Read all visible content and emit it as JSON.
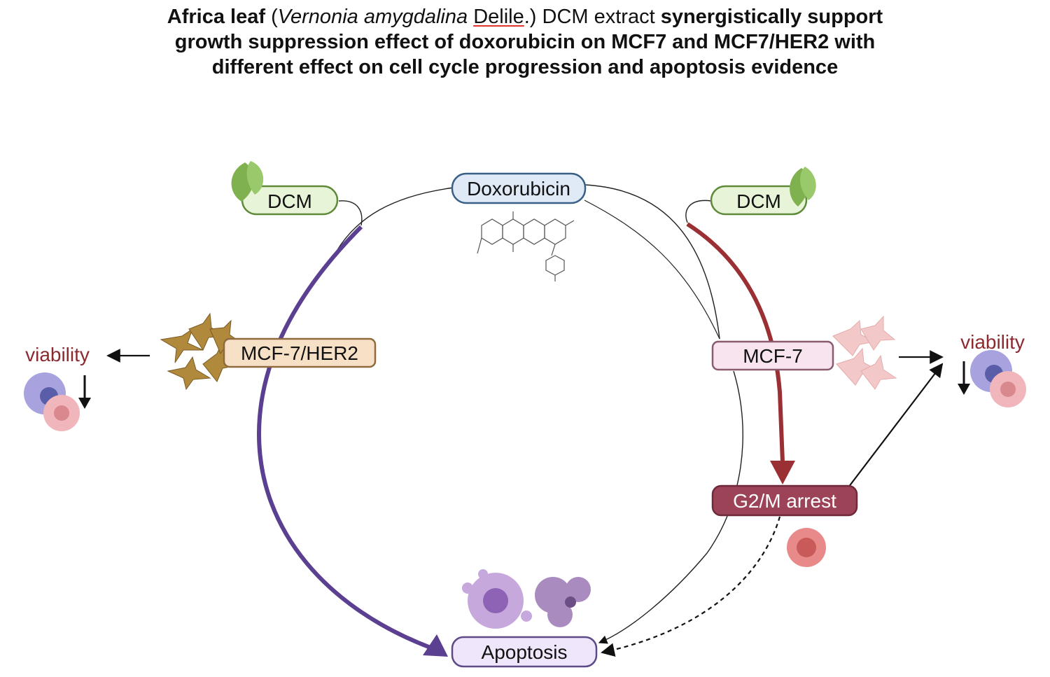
{
  "title": {
    "part1_bold": "Africa leaf",
    "part2": " (",
    "part3_italic": "Vernonia amygdalina",
    "part4": " ",
    "part5_underlined": "Delile",
    "part6": ".) DCM extract ",
    "part7_bold": "synergistically support",
    "line2": "growth suppression effect of doxorubicin on  MCF7 and MCF7/HER2 with",
    "line3": "different effect on cell cycle progression and apoptosis evidence"
  },
  "nodes": {
    "doxorubicin": "Doxorubicin",
    "dcm_left": "DCM",
    "dcm_right": "DCM",
    "mcf7_her2": "MCF-7/HER2",
    "mcf7": "MCF-7",
    "g2m": "G2/M arrest",
    "apoptosis": "Apoptosis",
    "viability_left": "viability",
    "viability_right": "viability"
  },
  "colors": {
    "doxorubicin_fill": "#dfeaf6",
    "doxorubicin_border": "#3a5f86",
    "dcm_fill": "#e8f4d8",
    "dcm_border": "#5f8a3a",
    "mcf7_her2_fill": "#f7e1c6",
    "mcf7_her2_border": "#8f6a3e",
    "mcf7_fill": "#f7e4ee",
    "mcf7_border": "#8a5a70",
    "g2m_fill": "#9c4357",
    "apoptosis_fill": "#efe6fb",
    "apoptosis_border": "#5d4a86",
    "purple_arrow": "#5b3f91",
    "red_arrow": "#9a3033",
    "viability_text": "#8c2a30"
  }
}
